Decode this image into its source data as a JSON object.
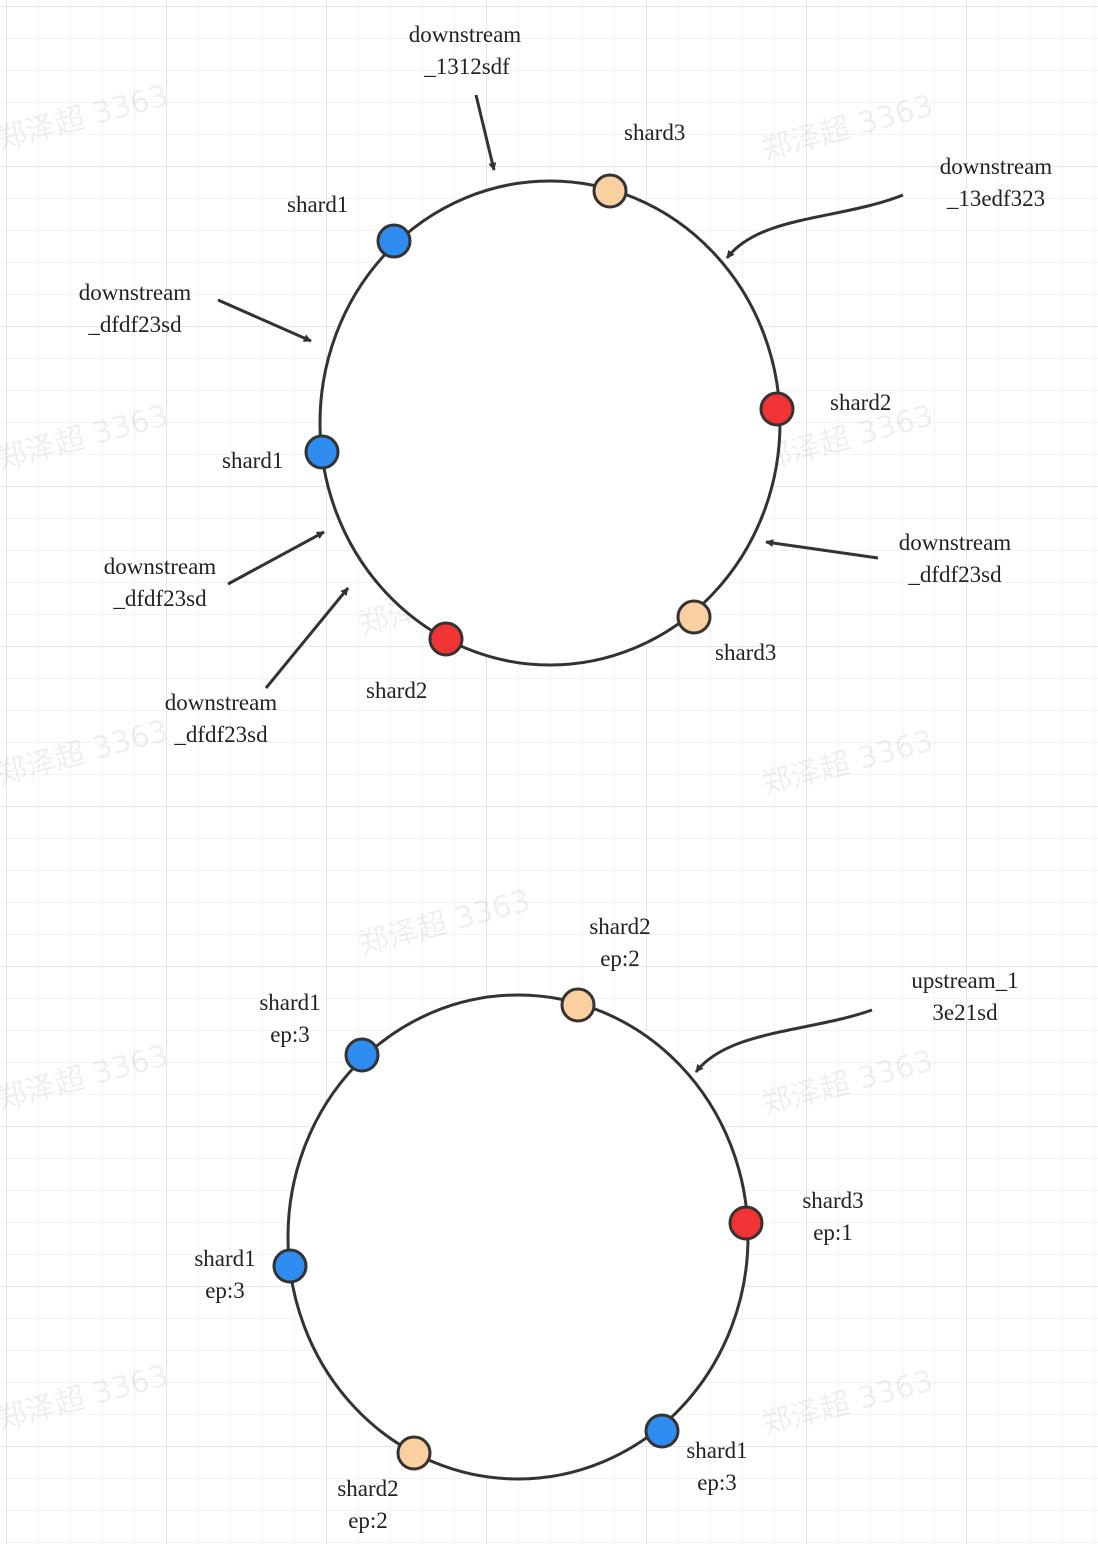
{
  "watermark": "郑泽超 3363",
  "colors": {
    "blue": "#2f8cf0",
    "red": "#f23333",
    "peach": "#fbd0a1",
    "stroke": "#333333"
  },
  "top_ring": {
    "nodes": [
      {
        "lines": [
          "shard3"
        ],
        "color": "peach"
      },
      {
        "lines": [
          "shard1"
        ],
        "color": "blue"
      },
      {
        "lines": [
          "shard2"
        ],
        "color": "red"
      },
      {
        "lines": [
          "shard1"
        ],
        "color": "blue"
      },
      {
        "lines": [
          "shard3"
        ],
        "color": "peach"
      },
      {
        "lines": [
          "shard2"
        ],
        "color": "red"
      }
    ],
    "keys": [
      {
        "lines": [
          "downstream",
          "_1312sdf"
        ]
      },
      {
        "lines": [
          "downstream",
          "_13edf323"
        ]
      },
      {
        "lines": [
          "downstream",
          "_dfdf23sd"
        ]
      },
      {
        "lines": [
          "downstream",
          "_dfdf23sd"
        ]
      },
      {
        "lines": [
          "downstream",
          "_dfdf23sd"
        ]
      },
      {
        "lines": [
          "downstream",
          "_dfdf23sd"
        ]
      }
    ]
  },
  "bottom_ring": {
    "nodes": [
      {
        "lines": [
          "shard2",
          "ep:2"
        ],
        "color": "peach"
      },
      {
        "lines": [
          "shard1",
          "ep:3"
        ],
        "color": "blue"
      },
      {
        "lines": [
          "shard3",
          "ep:1"
        ],
        "color": "red"
      },
      {
        "lines": [
          "shard1",
          "ep:3"
        ],
        "color": "blue"
      },
      {
        "lines": [
          "shard1",
          "ep:3"
        ],
        "color": "blue"
      },
      {
        "lines": [
          "shard2",
          "ep:2"
        ],
        "color": "peach"
      }
    ],
    "keys": [
      {
        "lines": [
          "upstream_1",
          "3e21sd"
        ]
      }
    ]
  }
}
